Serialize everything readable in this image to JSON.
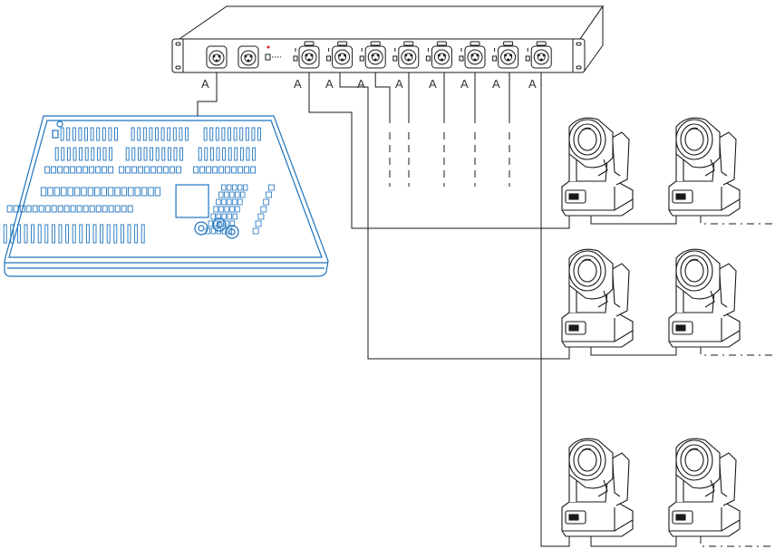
{
  "diagram": {
    "cable_label": "A",
    "colors": {
      "line": "#1a1a1a",
      "console": "#1e73be",
      "console_fill": "#ffffff",
      "panel": "#ffffff"
    },
    "splitter": {
      "input_count": 2,
      "output_count": 8
    },
    "fixtures": {
      "rows": 3,
      "per_row": 2
    },
    "icons": [
      "xlr-connector-icon",
      "moving-head-icon",
      "lighting-console-icon"
    ]
  }
}
